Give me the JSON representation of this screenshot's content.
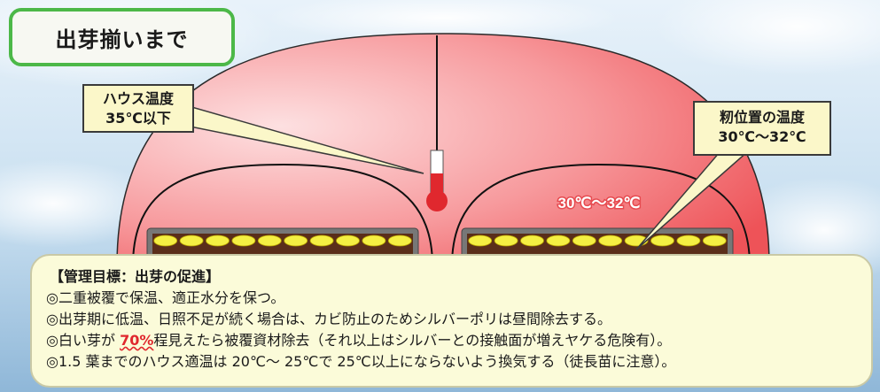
{
  "title": "出芽揃いまで",
  "house_callout": {
    "line1": "ハウス温度",
    "line2": "35℃以下"
  },
  "seed_callout": {
    "line1": "籾位置の温度",
    "line2": "30℃〜32℃"
  },
  "chamber_label": "30℃〜32℃",
  "info": {
    "heading": "【管理目標：出芽の促進】",
    "line1": "◎二重被覆で保温、適正水分を保つ。",
    "line2": "◎出芽期に低温、日照不足が続く場合は、カビ防止のためシルバーポリは昼間除去する。",
    "line3_pre": "◎白い芽が ",
    "line3_pct": "70%",
    "line3_post": "程見えたら被覆資材除去（それ以上はシルバーとの接触面が増えヤケる危険有）。",
    "line4": "◎1.5 葉までのハウス適温は 20℃〜 25℃で 25℃以上にならないよう換気する（徒長苗に注意）。"
  },
  "colors": {
    "sky": "#c8dff0",
    "dome": "#f06e72",
    "tray_soil": "#5a2e1a",
    "seed": "#f4ef43",
    "thermometer_red": "#e0282e",
    "title_border": "#4cb848",
    "callout_fill": "#fbf7c9"
  },
  "icons": {
    "thermometer": "thermometer-icon"
  }
}
